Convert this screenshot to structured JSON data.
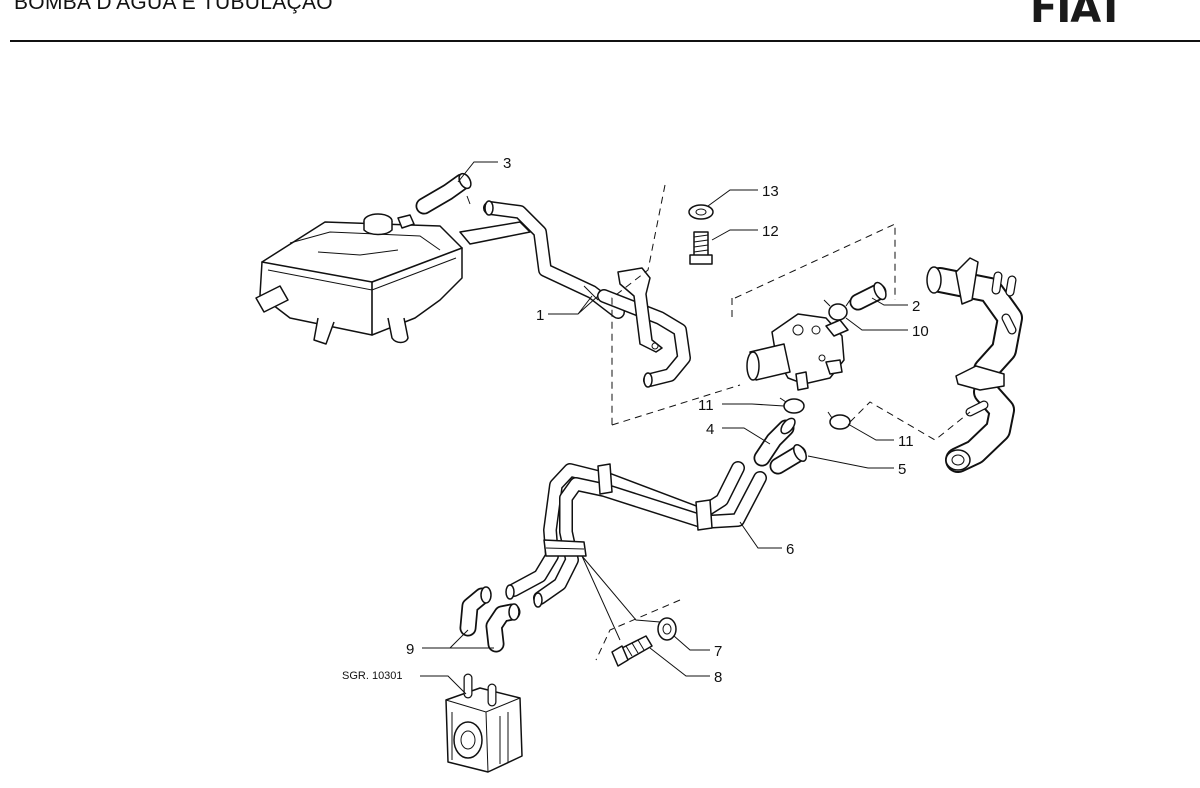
{
  "header": {
    "title": "BOMBA D'ÁGUA E TUBULAÇÃO",
    "brand": "FIAT"
  },
  "diagram": {
    "reference": "SGR. 10301",
    "callouts": [
      "1",
      "2",
      "3",
      "4",
      "5",
      "6",
      "7",
      "8",
      "9",
      "10",
      "11",
      "11",
      "12",
      "13"
    ]
  }
}
